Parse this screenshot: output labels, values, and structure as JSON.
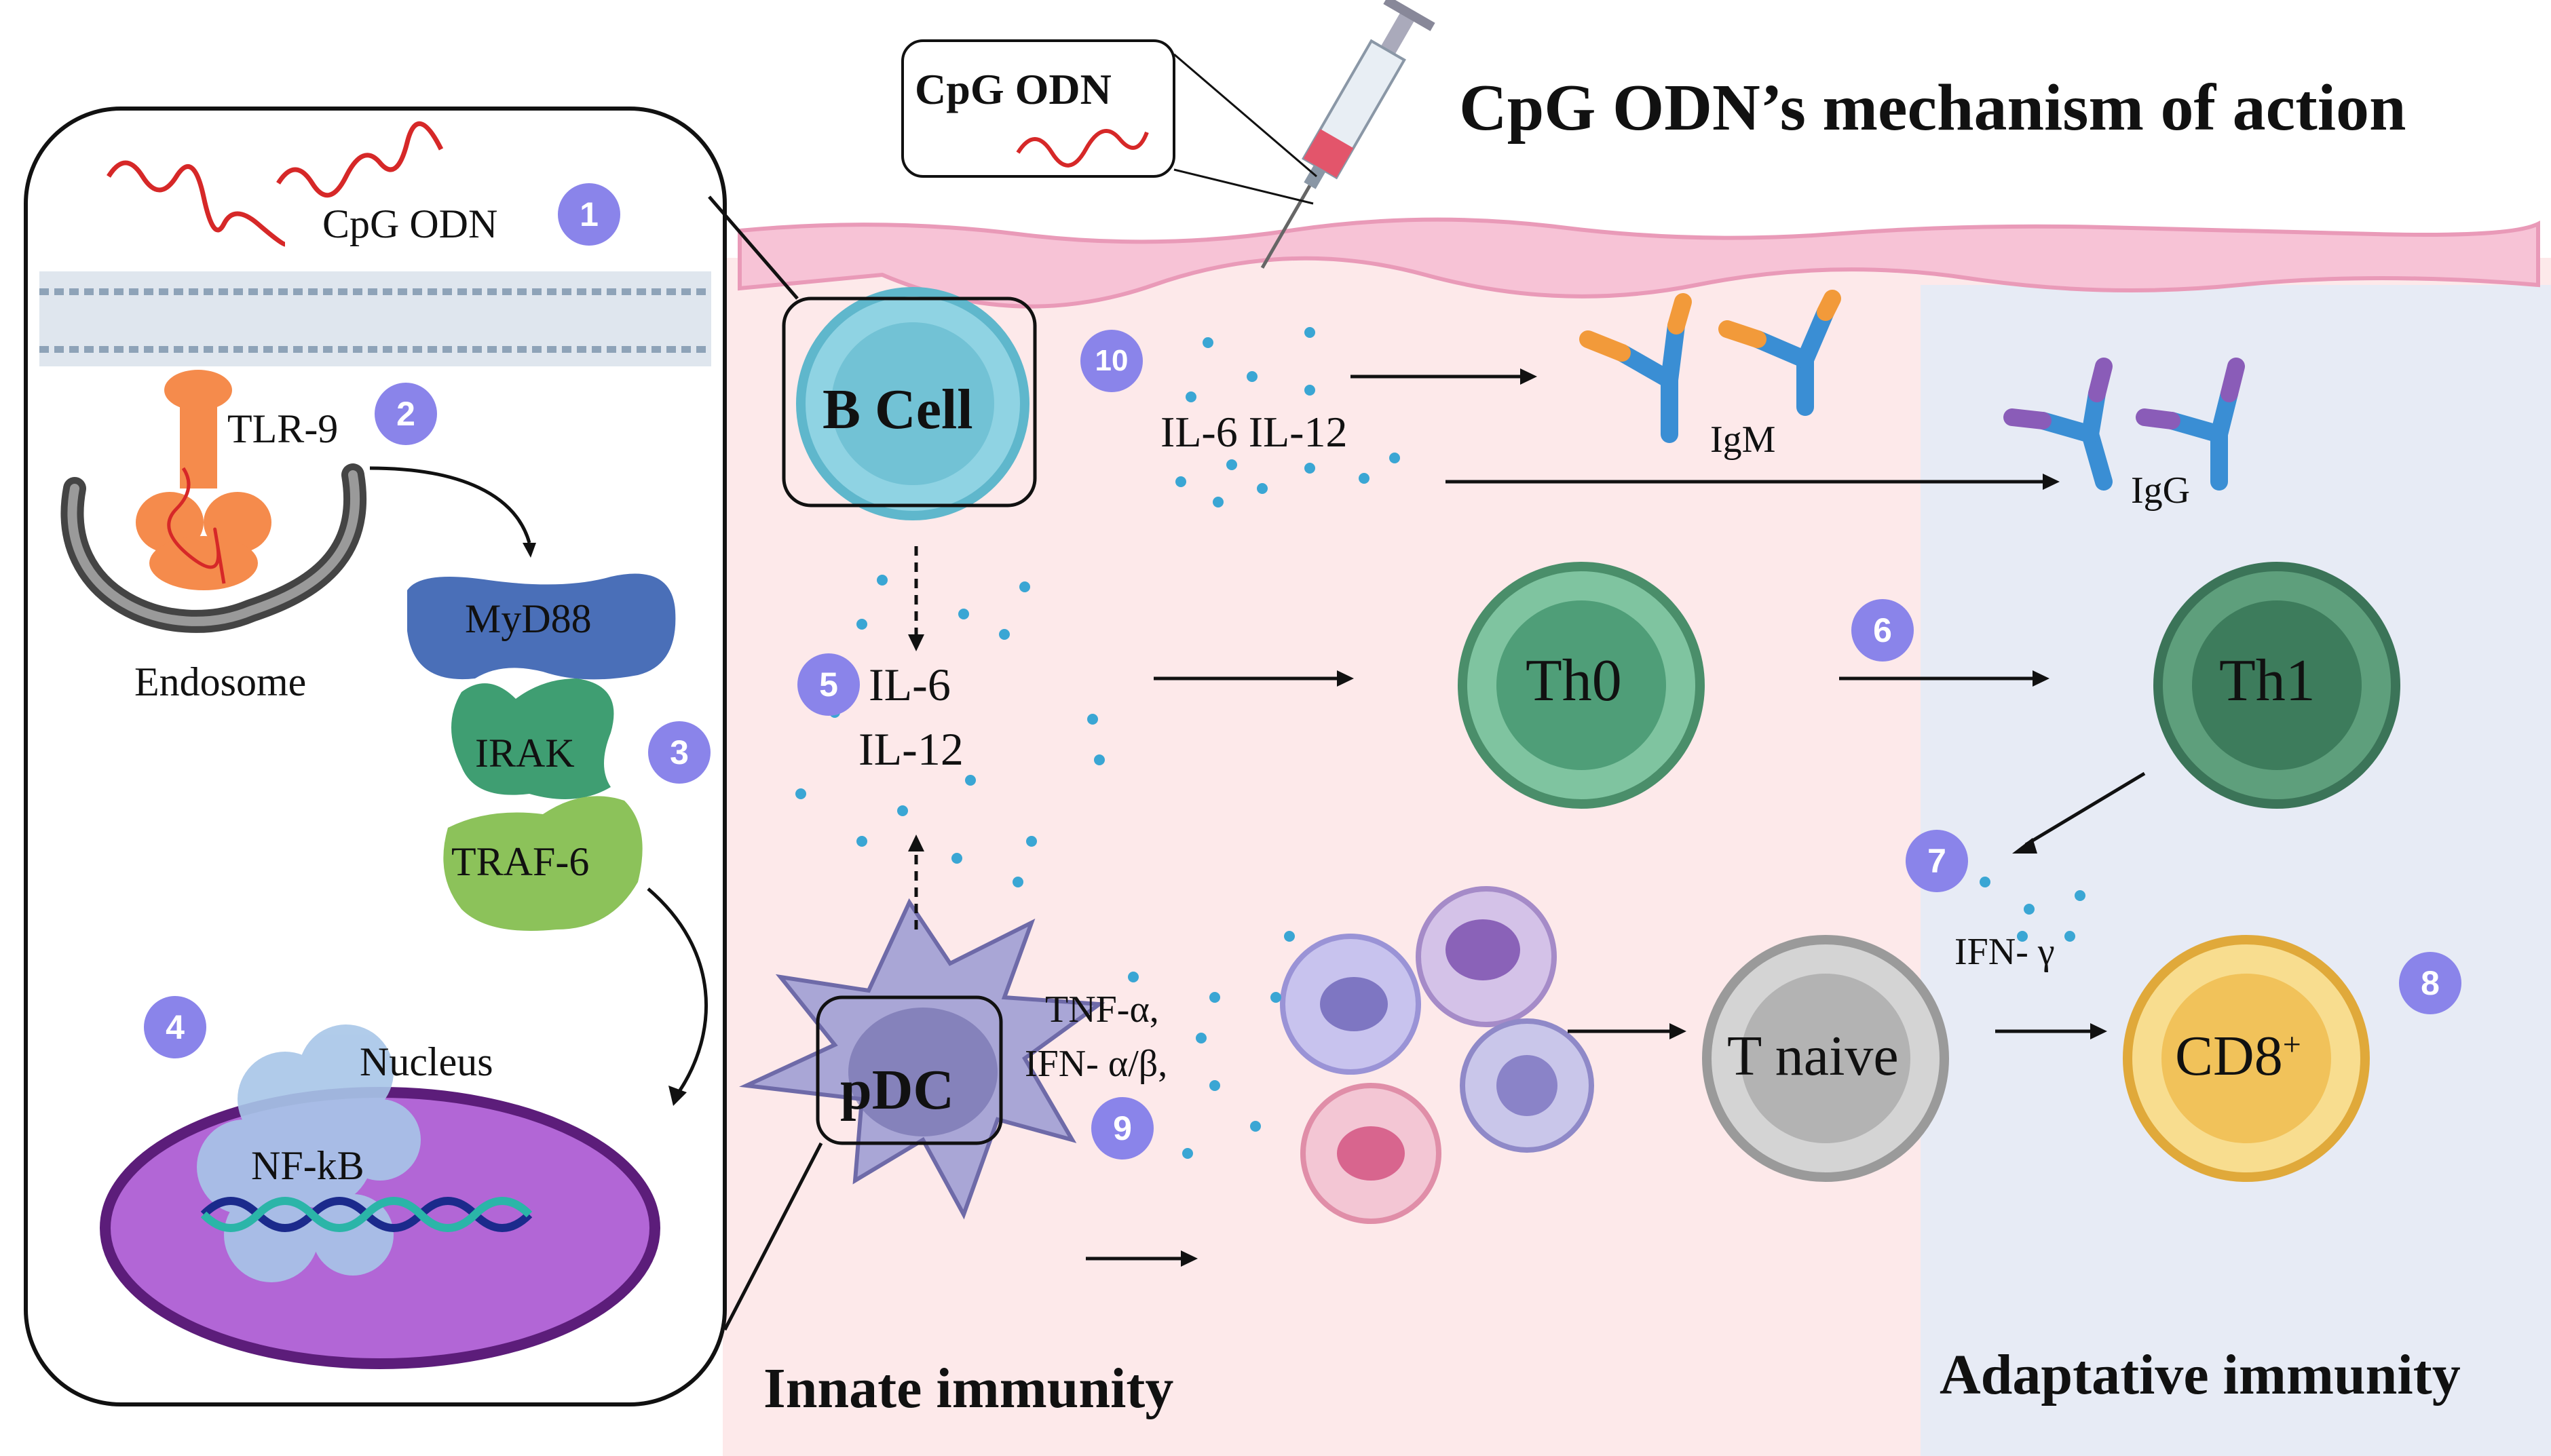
{
  "title": "CpG ODN’s mechanism of action",
  "syringe_callout": "CpG ODN",
  "sections": {
    "innate": "Innate immunity",
    "adaptive": "Adaptative immunity"
  },
  "inset": {
    "cpg": "CpG ODN",
    "tlr9": "TLR-9",
    "endosome": "Endosome",
    "myd88": "MyD88",
    "irak": "IRAK",
    "traf6": "TRAF-6",
    "nucleus": "Nucleus",
    "nfkb": "NF-kB"
  },
  "cells": {
    "bcell": "B Cell",
    "pdc": "pDC",
    "th0": "Th0",
    "th1": "Th1",
    "tnaive": "T naive",
    "cd8_main": "CD8",
    "cd8_sup": "+"
  },
  "cytokines": {
    "bcell_out": "IL-6 IL-12",
    "il6": "IL-6",
    "il12": "IL-12",
    "tnf": "TNF-α,",
    "ifn_ab": "IFN- α/β,",
    "ifn_g": "IFN- γ"
  },
  "antibodies": {
    "igm": "IgM",
    "igg": "IgG"
  },
  "steps": [
    "1",
    "2",
    "3",
    "4",
    "5",
    "6",
    "7",
    "8",
    "9",
    "10"
  ],
  "colors": {
    "badge": "#8a84ea",
    "innate_bg": "#fde9ea",
    "adaptive_bg": "#e7ebf5",
    "skin": "#f5b8d0",
    "dots": "#3aa6d4",
    "bcell": "#8fd3e3",
    "pdc": "#a9a6d6",
    "th": "#5fae8a",
    "tnaive": "#c6c6c6",
    "cd8": "#f4cf73",
    "nucleus": "#b266d6",
    "myd88": "#4a6fb8",
    "irak": "#3f9e72",
    "traf6": "#8cc25a",
    "tlr9": "#f58b4c",
    "igm_tip": "#f29a3a",
    "igg_tip": "#8a5cb8",
    "antibody": "#3a8ed4"
  }
}
